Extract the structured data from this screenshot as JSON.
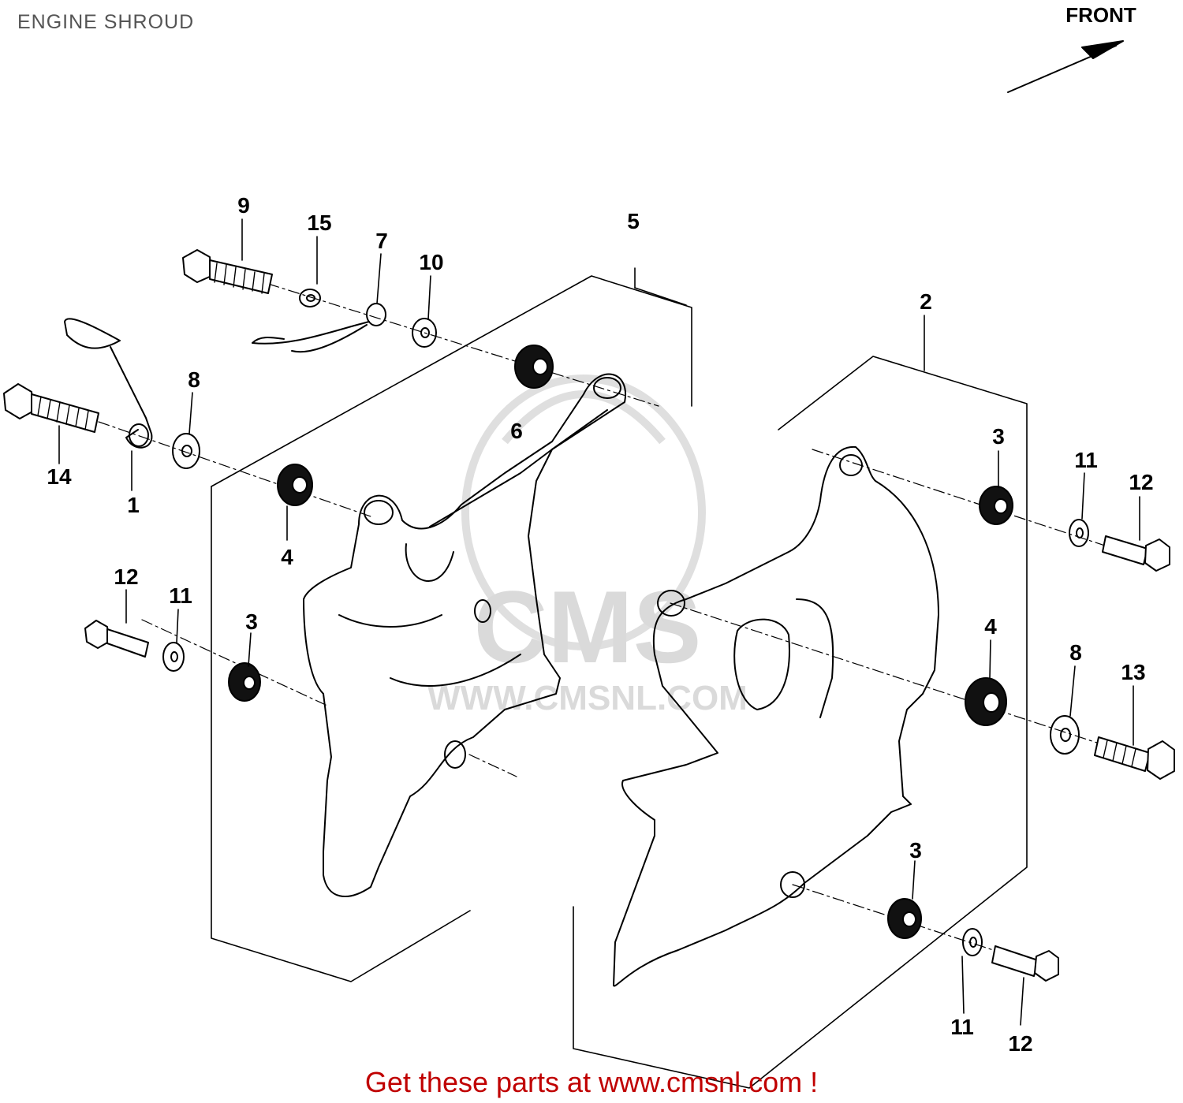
{
  "title": "ENGINE SHROUD",
  "front_label": "FRONT",
  "footer": "Get these parts at www.cmsnl.com !",
  "watermark": {
    "brand": "CMS",
    "url": "WWW.CMSNL.COM"
  },
  "callouts": [
    "1",
    "2",
    "3",
    "4",
    "5",
    "6",
    "7",
    "8",
    "9",
    "10",
    "11",
    "12",
    "13",
    "14",
    "15"
  ],
  "colors": {
    "ink": "#000000",
    "title": "#555555",
    "footer": "#c00000",
    "watermark": "#d6d6d6"
  }
}
